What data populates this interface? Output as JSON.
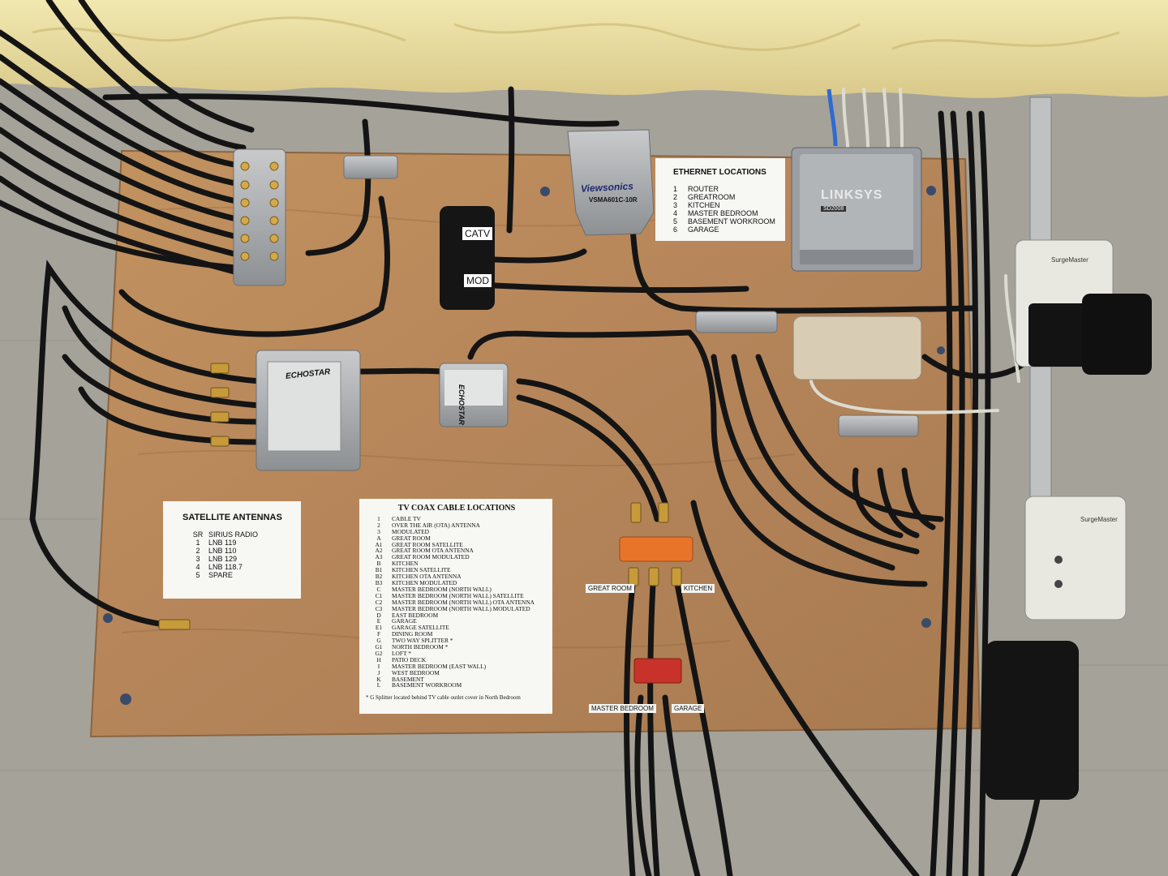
{
  "devices": {
    "amp_brand": "Viewsonics",
    "amp_model": "VSMA601C-10R",
    "switch_brand": "LINKSYS",
    "switch_model": "SD2008",
    "echostar_main": "ECHOSTAR",
    "echostar_small": "ECHOSTAR",
    "surge_brand": "SurgeMaster",
    "surge_brand_2": "SurgeMaster",
    "wall_plate_top": "CATV",
    "wall_plate_bottom": "MOD"
  },
  "ethernet": {
    "title": "ETHERNET LOCATIONS",
    "items": [
      {
        "num": "1",
        "name": "ROUTER"
      },
      {
        "num": "2",
        "name": "GREATROOM"
      },
      {
        "num": "3",
        "name": "KITCHEN"
      },
      {
        "num": "4",
        "name": "MASTER BEDROOM"
      },
      {
        "num": "5",
        "name": "BASEMENT WORKROOM"
      },
      {
        "num": "6",
        "name": "GARAGE"
      }
    ]
  },
  "satellite": {
    "title": "SATELLITE ANTENNAS",
    "items": [
      {
        "num": "SR",
        "name": "SIRIUS RADIO"
      },
      {
        "num": "1",
        "name": "LNB 119"
      },
      {
        "num": "2",
        "name": "LNB 110"
      },
      {
        "num": "3",
        "name": "LNB 129"
      },
      {
        "num": "4",
        "name": "LNB 118.7"
      },
      {
        "num": "5",
        "name": "SPARE"
      }
    ]
  },
  "tv": {
    "title": "TV COAX CABLE LOCATIONS",
    "items": [
      {
        "num": "1",
        "name": "CABLE TV"
      },
      {
        "num": "2",
        "name": "OVER THE AIR (OTA) ANTENNA"
      },
      {
        "num": "3",
        "name": "MODULATED"
      },
      {
        "num": "A",
        "name": "GREAT ROOM"
      },
      {
        "num": "A1",
        "name": "GREAT ROOM SATELLITE"
      },
      {
        "num": "A2",
        "name": "GREAT ROOM OTA ANTENNA"
      },
      {
        "num": "A3",
        "name": "GREAT ROOM MODULATED"
      },
      {
        "num": "B",
        "name": "KITCHEN"
      },
      {
        "num": "B1",
        "name": "KITCHEN SATELLITE"
      },
      {
        "num": "B2",
        "name": "KITCHEN OTA ANTENNA"
      },
      {
        "num": "B3",
        "name": "KITCHEN MODULATED"
      },
      {
        "num": "C",
        "name": "MASTER BEDROOM (NORTH WALL)"
      },
      {
        "num": "C1",
        "name": "MASTER BEDROOM (NORTH WALL) SATELLITE"
      },
      {
        "num": "C2",
        "name": "MASTER BEDROOM (NORTH WALL) OTA ANTENNA"
      },
      {
        "num": "C3",
        "name": "MASTER BEDROOM (NORTH WALL) MODULATED"
      },
      {
        "num": "D",
        "name": "EAST BEDROOM"
      },
      {
        "num": "E",
        "name": "GARAGE"
      },
      {
        "num": "E1",
        "name": "GARAGE SATELLITE"
      },
      {
        "num": "F",
        "name": "DINING ROOM"
      },
      {
        "num": "G",
        "name": "TWO WAY SPLITTER *"
      },
      {
        "num": "G1",
        "name": "NORTH BEDROOM *"
      },
      {
        "num": "G2",
        "name": "LOFT *"
      },
      {
        "num": "H",
        "name": "PATIO DECK"
      },
      {
        "num": "I",
        "name": "MASTER BEDROOM (EAST WALL)"
      },
      {
        "num": "J",
        "name": "WEST BEDROOM"
      },
      {
        "num": "K",
        "name": "BASEMENT"
      },
      {
        "num": "L",
        "name": "BASEMENT WORKROOM"
      }
    ],
    "footnote": "* G Splitter located behind TV cable outlet cover in North Bedroom"
  },
  "tags": {
    "great_room": "GREAT ROOM",
    "kitchen": "KITCHEN",
    "master_bedroom": "MASTER BEDROOM",
    "garage": "GARAGE"
  },
  "colors": {
    "plywood": "#b98a5c",
    "concrete": "#a6a39b",
    "insulation": "#e8dc9a",
    "cable": "#141414",
    "device_gray": "#a9abad",
    "splitter_orange": "#e8742a",
    "splitter_red": "#c8322a"
  }
}
